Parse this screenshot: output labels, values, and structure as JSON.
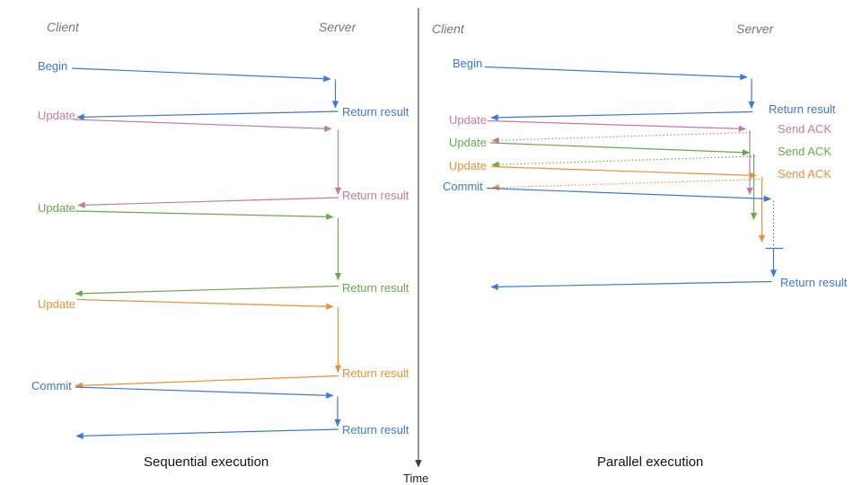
{
  "panels": {
    "left": {
      "client_header": "Client",
      "server_header": "Server",
      "caption": "Sequential execution",
      "messages": {
        "begin": "Begin",
        "begin_result": "Return result",
        "update1": "Update",
        "update1_result": "Return result",
        "update2": "Update",
        "update2_result": "Return result",
        "update3": "Update",
        "update3_result": "Return result",
        "commit": "Commit",
        "commit_result": "Return result"
      }
    },
    "right": {
      "client_header": "Client",
      "server_header": "Server",
      "caption": "Parallel execution",
      "messages": {
        "begin": "Begin",
        "begin_result": "Return result",
        "update1": "Update",
        "update1_ack": "Send ACK",
        "update2": "Update",
        "update2_ack": "Send ACK",
        "update3": "Update",
        "update3_ack": "Send ACK",
        "commit": "Commit",
        "final_result": "Return result"
      }
    }
  },
  "time_axis_label": "Time",
  "colors": {
    "blue": "#3c78d8",
    "pink": "#c27ba0",
    "green": "#6aa84f",
    "orange": "#e69138",
    "header_gray": "#757575",
    "axis": "#3d3d3d"
  }
}
